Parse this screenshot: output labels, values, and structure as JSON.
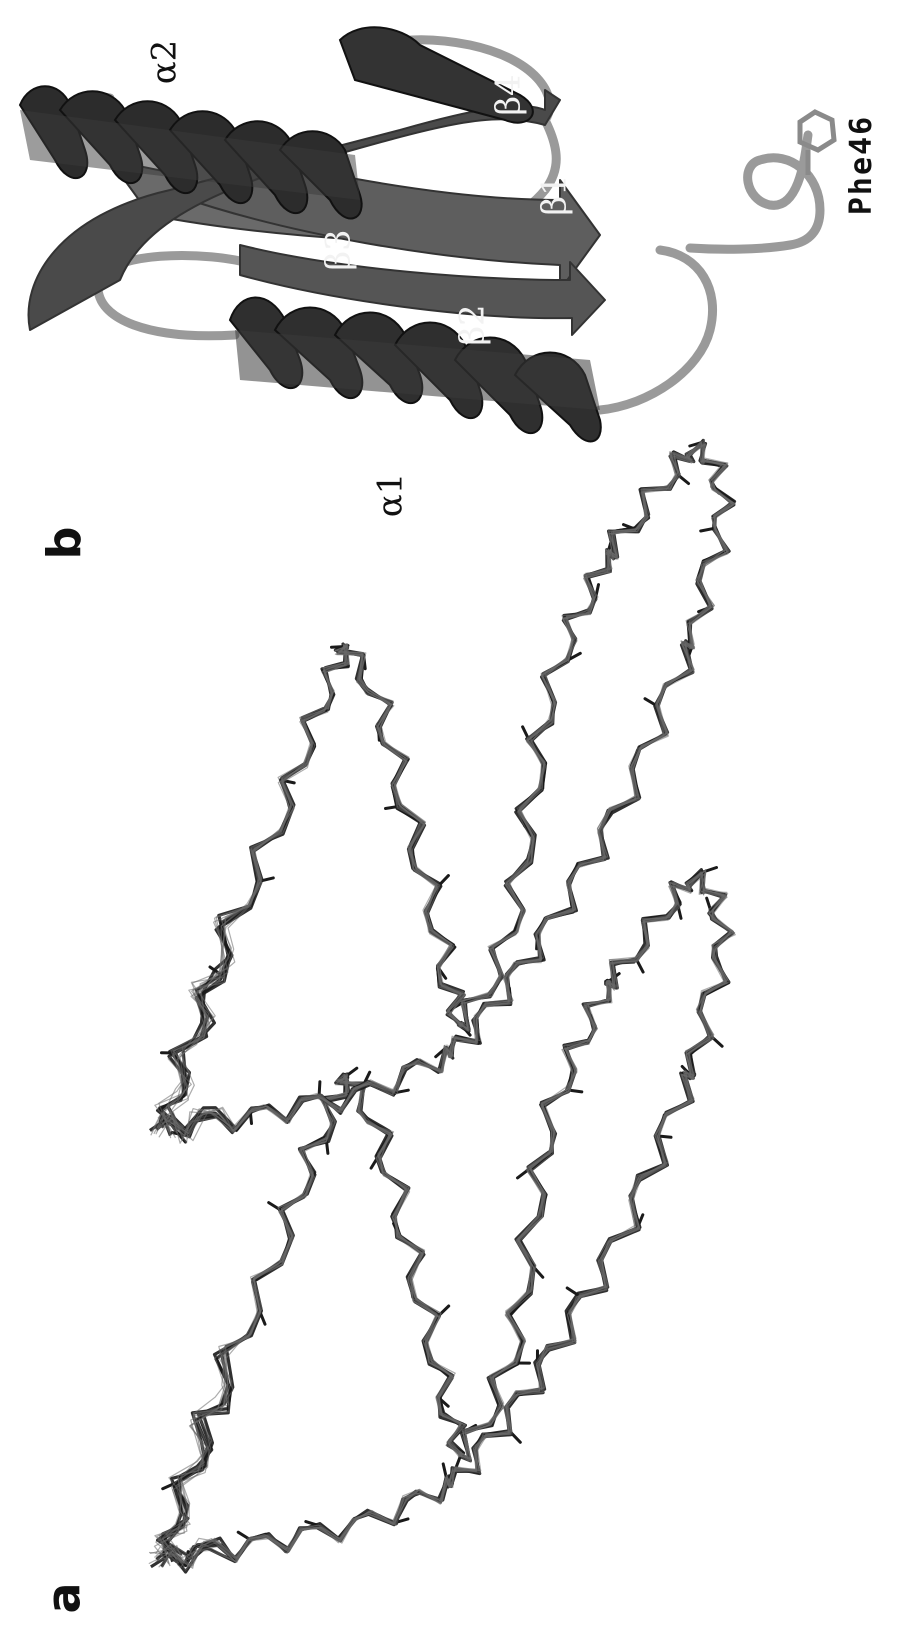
{
  "figure": {
    "panels": [
      {
        "letter": "a",
        "content": "stereo superposition of backbone traces"
      },
      {
        "letter": "b",
        "content": "ribbon diagram"
      }
    ],
    "labels": {
      "panel_a": "a",
      "panel_b": "b",
      "alpha1": "α1",
      "alpha2": "α2",
      "beta1": "β1",
      "beta2": "β2",
      "beta3": "β3",
      "beta4": "β4",
      "residue": "Phe46"
    },
    "colors": {
      "background": "#ffffff",
      "helix": "#2e2e2e",
      "strand": "#5a5a5a",
      "loop": "#9a9a9a",
      "trace": "#1a1a1a",
      "trace_light": "#6a6a6a"
    }
  }
}
